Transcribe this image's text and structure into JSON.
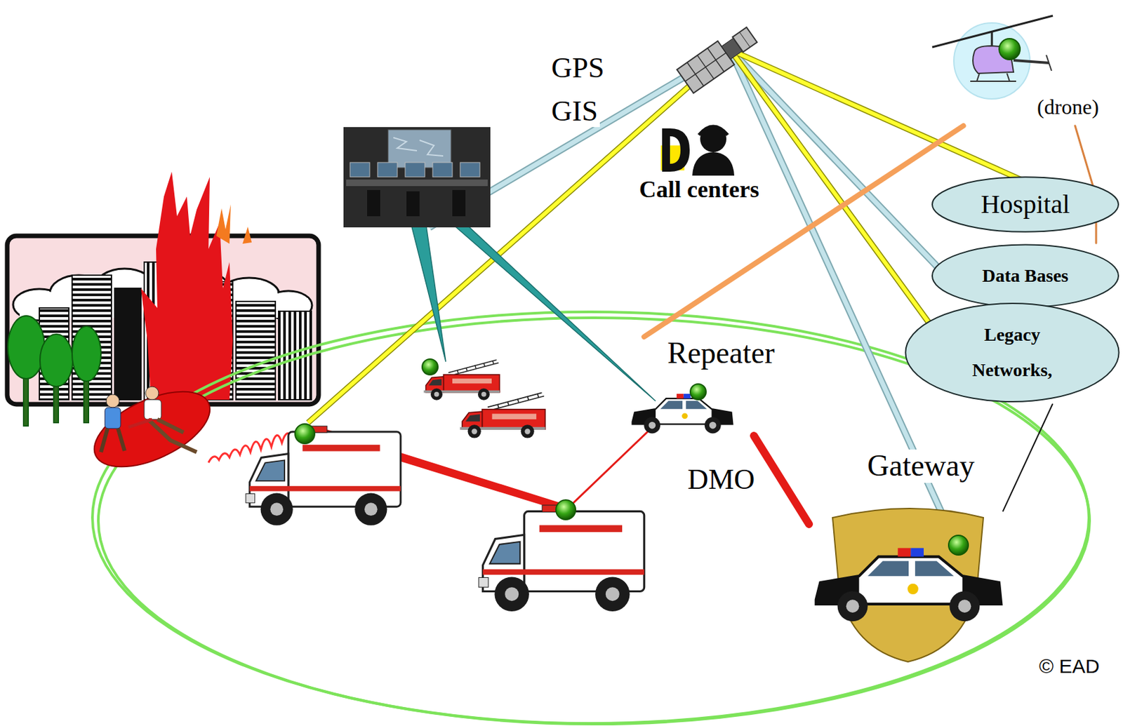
{
  "diagram": {
    "nodes": [
      {
        "text": [
          "Call centers"
        ]
      },
      {
        "text": [
          "(drone)"
        ]
      },
      {
        "text": [
          "Hospital"
        ]
      },
      {
        "text": [
          "Data Bases"
        ]
      },
      {
        "text": [
          "Legacy Networks,"
        ]
      },
      {
        "text": [
          "Repeater"
        ]
      },
      {
        "text": [
          "Gateway"
        ]
      }
    ],
    "edges": [
      {
        "from": 1,
        "to": 3,
        "arrow": "none"
      },
      {
        "from": 5,
        "to": 1,
        "arrow": "none"
      },
      {
        "from": 4,
        "to": 6,
        "arrow": "none"
      },
      {
        "from": 5,
        "to": 6,
        "label": "DMO",
        "arrow": "none"
      }
    ],
    "labels": [
      "GPS",
      "GIS",
      "© EAD"
    ]
  }
}
